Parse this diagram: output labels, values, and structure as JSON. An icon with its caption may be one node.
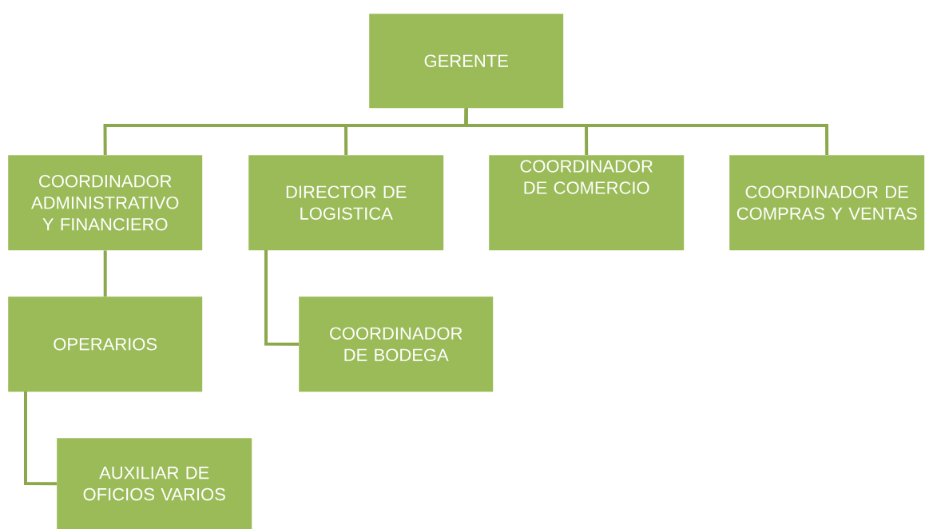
{
  "diagram": {
    "nodes": [
      {
        "text": [
          "GERENTE"
        ]
      },
      {
        "text": [
          "COORDINADOR ADMINISTRATIVO Y FINANCIERO"
        ]
      },
      {
        "text": [
          "DIRECTOR DE LOGISTICA"
        ]
      },
      {
        "text": [
          "COORDINADOR DE COMERCIO"
        ]
      },
      {
        "text": [
          "COORDINADOR DE COMPRAS Y VENTAS"
        ]
      },
      {
        "text": [
          "OPERARIOS"
        ]
      },
      {
        "text": [
          "COORDINADOR DE BODEGA"
        ]
      },
      {
        "text": [
          "AUXILIAR DE OFICIOS VARIOS"
        ]
      }
    ],
    "edges": [
      {
        "from": 0,
        "to": 1,
        "arrow": "none"
      },
      {
        "from": 0,
        "to": 2,
        "arrow": "none"
      },
      {
        "from": 0,
        "to": 3,
        "arrow": "none"
      },
      {
        "from": 0,
        "to": 4,
        "arrow": "none"
      },
      {
        "from": 1,
        "to": 5,
        "arrow": "none"
      },
      {
        "from": 2,
        "to": 6,
        "arrow": "none"
      },
      {
        "from": 5,
        "to": 7,
        "arrow": "none"
      }
    ]
  }
}
